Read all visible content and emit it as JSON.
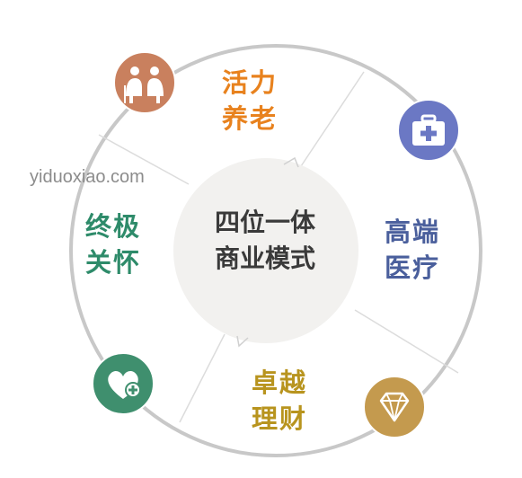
{
  "center": {
    "line1": "四位一体",
    "line2": "商业模式"
  },
  "segments": [
    {
      "line1": "活力",
      "line2": "养老",
      "color": "#e8821e",
      "icon": "elderly-couple-icon",
      "icon_color": "#c9805e"
    },
    {
      "line1": "高端",
      "line2": "医疗",
      "color": "#4a5f9c",
      "icon": "medical-kit-icon",
      "icon_color": "#6b78c4"
    },
    {
      "line1": "卓越",
      "line2": "理财",
      "color": "#b8941e",
      "icon": "diamond-icon",
      "icon_color": "#c49a4e"
    },
    {
      "line1": "终极",
      "line2": "关怀",
      "color": "#2e8b6a",
      "icon": "heart-plus-icon",
      "icon_color": "#3f8f6e"
    }
  ],
  "watermark": "yiduoxiao.com"
}
